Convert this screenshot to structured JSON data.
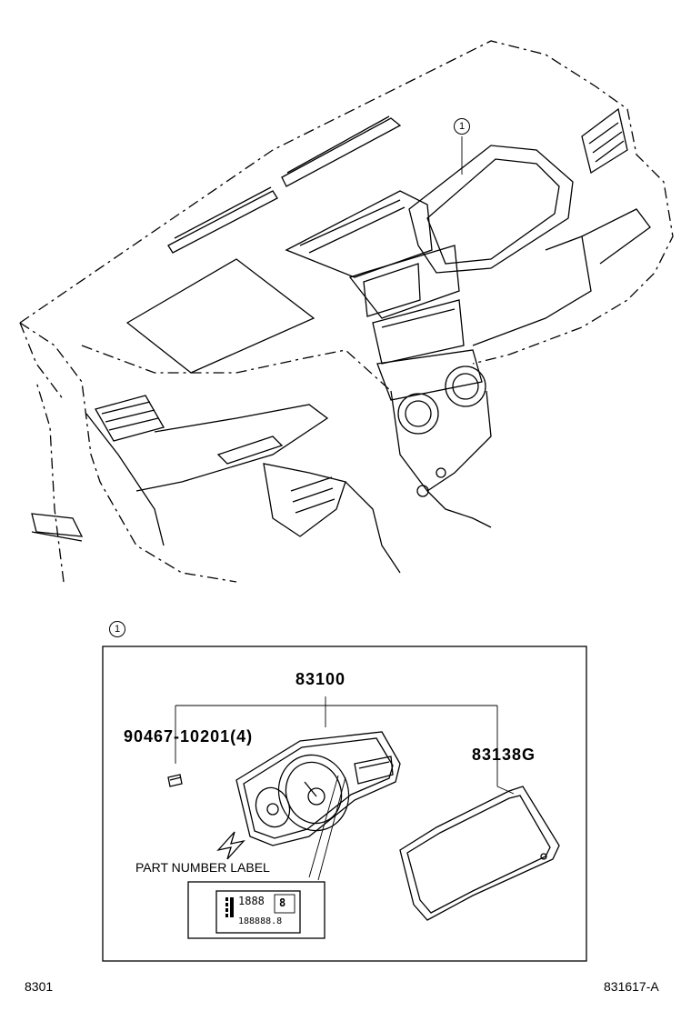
{
  "callouts": {
    "top_ref": "1",
    "box_ref": "1"
  },
  "parts": {
    "cluster": "83100",
    "screw": "90467-10201(4)",
    "glass": "83138G",
    "label_note": "PART NUMBER LABEL"
  },
  "lcd": {
    "top_digits": "1888",
    "gear": "8",
    "bottom_digits": "188888.8"
  },
  "footer": {
    "left_code": "8301",
    "right_code": "831617-A"
  }
}
